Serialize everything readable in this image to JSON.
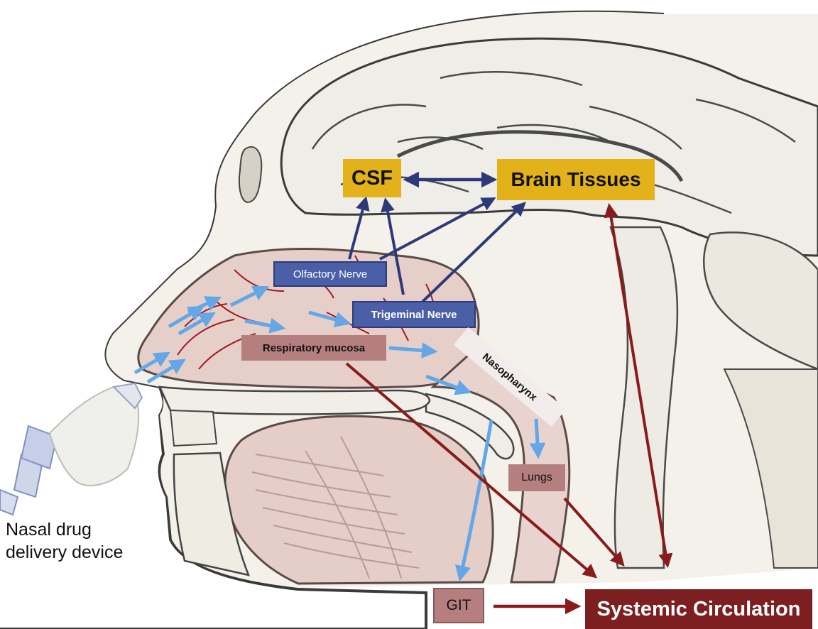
{
  "labels": {
    "csf": "CSF",
    "brain_tissues": "Brain Tissues",
    "olfactory_nerve": "Olfactory Nerve",
    "trigeminal_nerve": "Trigeminal  Nerve",
    "respiratory_mucosa": "Respiratory mucosa",
    "nasopharynx": "Nasopharynx",
    "lungs": "Lungs",
    "git": "GIT",
    "systemic_circulation": "Systemic Circulation",
    "device_line1": "Nasal drug",
    "device_line2": "delivery device"
  },
  "colors": {
    "csf_brain_box": "#e3b21b",
    "nerve_box": "#4a5fa8",
    "neural_arrow": "#2e3a78",
    "deposition_arrow": "#63a7e8",
    "systemic_arrow": "#8b1a1a",
    "mucosa_box": "#b57f80",
    "systemic_box": "#7d1f20"
  }
}
